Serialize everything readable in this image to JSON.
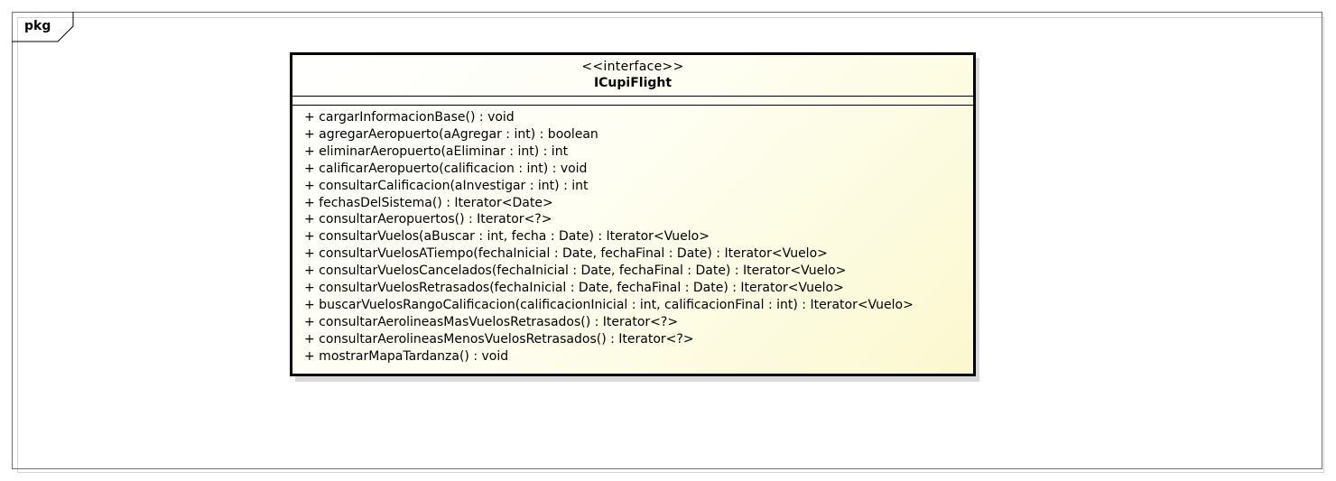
{
  "frame": {
    "tab_label": "pkg"
  },
  "class": {
    "stereotype": "<<interface>>",
    "name": "ICupiFlight",
    "attributes": [],
    "operations": [
      "+ cargarInformacionBase() : void",
      "+ agregarAeropuerto(aAgregar : int) : boolean",
      "+ eliminarAeropuerto(aEliminar : int) : int",
      "+ calificarAeropuerto(calificacion : int) : void",
      "+ consultarCalificacion(aInvestigar : int) : int",
      "+ fechasDelSistema() : Iterator<Date>",
      "+ consultarAeropuertos() : Iterator<?>",
      "+ consultarVuelos(aBuscar : int, fecha : Date) : Iterator<Vuelo>",
      "+ consultarVuelosATiempo(fechaInicial : Date, fechaFinal : Date) : Iterator<Vuelo>",
      "+ consultarVuelosCancelados(fechaInicial : Date, fechaFinal : Date) : Iterator<Vuelo>",
      "+ consultarVuelosRetrasados(fechaInicial : Date, fechaFinal : Date) : Iterator<Vuelo>",
      "+ buscarVuelosRangoCalificacion(calificacionInicial : int, calificacionFinal : int) : Iterator<Vuelo>",
      "+ consultarAerolineasMasVuelosRetrasados() : Iterator<?>",
      "+ consultarAerolineasMenosVuelosRetrasados() : Iterator<?>",
      "+ mostrarMapaTardanza() : void"
    ]
  },
  "colors": {
    "border": "#000000",
    "fill_start": "#ffffff",
    "fill_end": "#fbf8cf",
    "shadow": "#d9d9d9"
  }
}
